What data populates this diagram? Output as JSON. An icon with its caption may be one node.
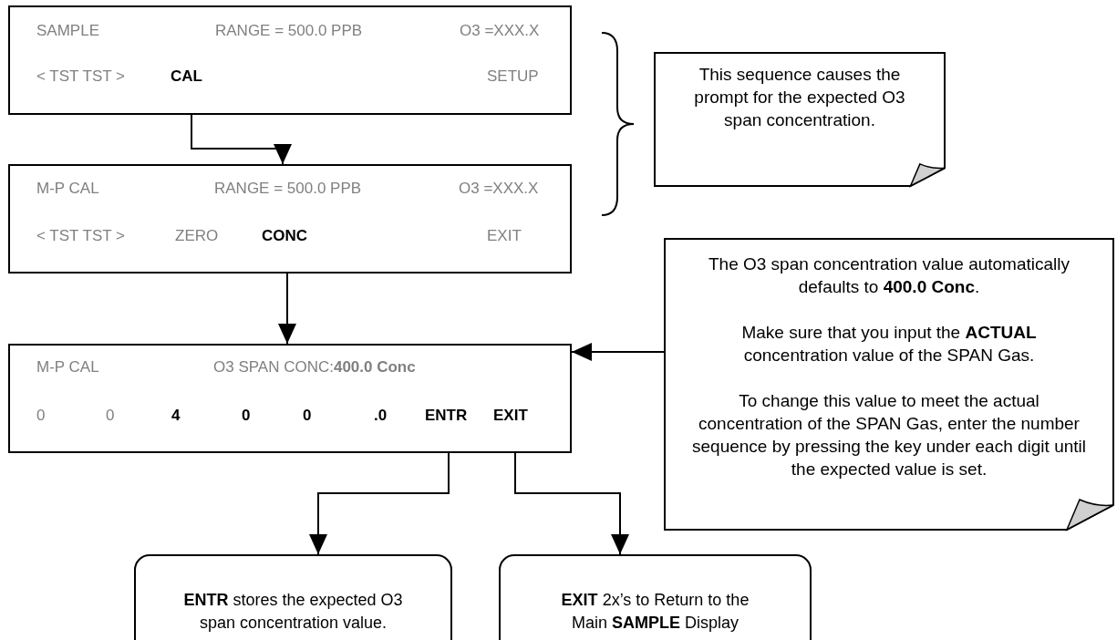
{
  "diagram": {
    "nodes": [
      {
        "text": [
          "SAMPLE",
          "RANGE = 500.0 PPB",
          "O3 =XXX.X",
          "< TST TST >",
          "SETUP"
        ]
      },
      {
        "text": [
          "CAL"
        ],
        "in": 0
      },
      {
        "text": [
          "M-P CAL",
          "RANGE = 500.0 PPB",
          "O3 =XXX.X",
          "< TST TST >",
          "ZERO",
          "EXIT"
        ]
      },
      {
        "text": [
          "CONC"
        ],
        "in": 2
      },
      {
        "text": [
          "M-P CAL",
          "O3 SPAN CONC:**400.0 Conc**",
          "0",
          "0",
          "4",
          "0",
          "0",
          ".0"
        ]
      },
      {
        "text": [
          "ENTR"
        ],
        "in": 4
      },
      {
        "text": [
          "EXIT"
        ],
        "in": 4
      },
      {
        "text": [
          "This sequence causes the prompt for the expected O3 span concentration."
        ]
      },
      {
        "text": [
          "The O3 span concentration value automatically defaults to **400.0 Conc**.",
          "Make sure that you input the **ACTUAL** concentration value of the SPAN Gas.",
          "To change this value to meet the actual concentration of the SPAN Gas, enter the number sequence by pressing the key under each digit until the expected value is set."
        ]
      },
      {
        "text": [
          "**ENTR** stores the expected O3 span concentration value."
        ]
      },
      {
        "text": [
          "**EXIT** 2x’s to Return to the Main **SAMPLE** Display"
        ]
      }
    ],
    "edges": [
      {
        "from": 1,
        "to": 2,
        "arrow": "to"
      },
      {
        "from": 3,
        "to": 4,
        "arrow": "to"
      },
      {
        "from": 8,
        "to": 4,
        "arrow": "to"
      },
      {
        "from": 5,
        "to": 9,
        "arrow": "to"
      },
      {
        "from": 6,
        "to": 10,
        "arrow": "to"
      }
    ]
  }
}
